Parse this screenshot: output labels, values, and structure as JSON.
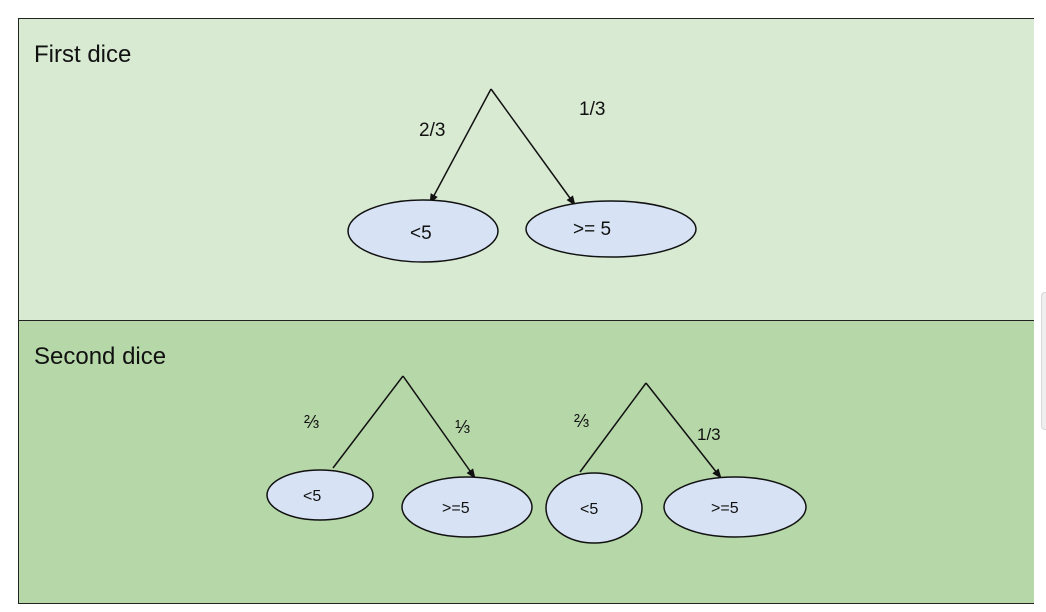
{
  "first": {
    "title": "First dice",
    "left_prob": "2/3",
    "right_prob": "1/3",
    "left_node": "<5",
    "right_node": ">= 5"
  },
  "second": {
    "title": "Second dice",
    "tree1": {
      "left_prob": "⅔",
      "right_prob": "⅓",
      "left_node": "<5",
      "right_node": ">=5"
    },
    "tree2": {
      "left_prob": "⅔",
      "right_prob": "1/3",
      "left_node": "<5",
      "right_node": ">=5"
    }
  },
  "colors": {
    "row1_bg": "#d9ead3",
    "row2_bg": "#b6d7a8",
    "node_fill": "#d7e3f4"
  }
}
